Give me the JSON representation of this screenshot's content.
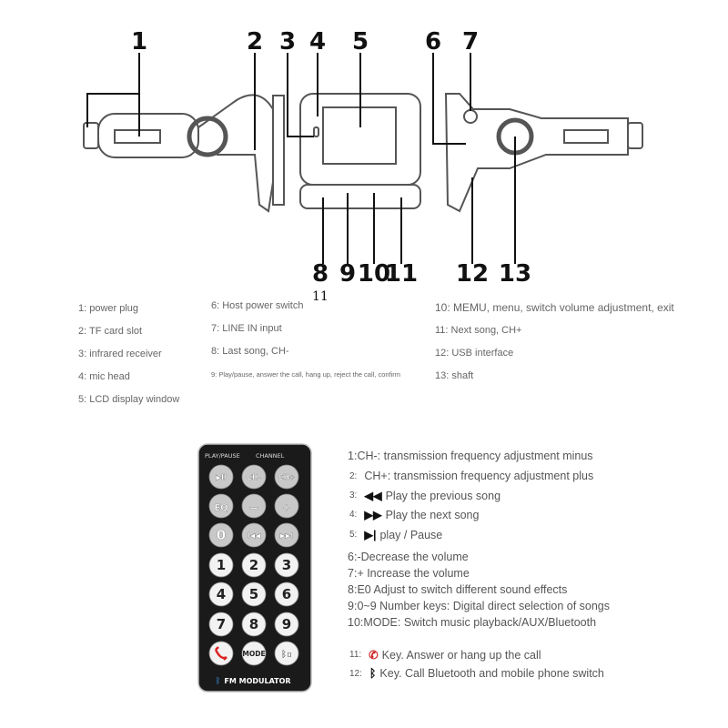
{
  "callouts": [
    "1",
    "2",
    "3",
    "4",
    "5",
    "6",
    "7",
    "8",
    "9",
    "10",
    "11",
    "12",
    "13"
  ],
  "stray_label": "11",
  "legend": {
    "col1": [
      "1: power plug",
      "2: TF card slot",
      "3: infrared receiver",
      "4: mic head",
      "5: LCD display window"
    ],
    "col2": [
      "6: Host power switch",
      "7: LINE IN input",
      "8: Last song, CH-",
      "9: Play/pause, answer the call, hang up, reject the call, confirm"
    ],
    "col3": [
      "10: MEMU, menu, switch volume adjustment, exit",
      "11: Next song, CH+",
      "12: USB interface",
      "13: shaft"
    ]
  },
  "remote": {
    "header_left": "PLAY/PAUSE",
    "header_right": "CHANNEL",
    "keys": [
      "▶II",
      "CH-",
      "CH+",
      "EQ",
      "—",
      "+",
      "0",
      "I◀◀",
      "▶▶I",
      "1",
      "2",
      "3",
      "4",
      "5",
      "6",
      "7",
      "8",
      "9",
      "",
      "MODE",
      ""
    ],
    "footer": "FM MODULATOR"
  },
  "remote_list": [
    {
      "prefix": "1:",
      "text": "CH-: transmission frequency adjustment minus"
    },
    {
      "prefix": "2:",
      "text": "CH+: transmission frequency adjustment plus"
    },
    {
      "prefix": "3:",
      "text": "Play the previous song",
      "icon": "previous-icon"
    },
    {
      "prefix": "4:",
      "text": "Play the next song",
      "icon": "next-icon"
    },
    {
      "prefix": "5:",
      "text": "play / Pause",
      "icon": "play-pause-icon"
    },
    {
      "prefix": "6:",
      "text": "-Decrease the volume"
    },
    {
      "prefix": "7:",
      "text": "+ Increase the volume"
    },
    {
      "prefix": "8:",
      "text": "E0 Adjust to switch different sound effects"
    },
    {
      "prefix": "9:",
      "text": "0~9 Number keys: Digital direct selection of songs"
    },
    {
      "prefix": "10:",
      "text": "MODE: Switch music playback/AUX/Bluetooth"
    },
    {
      "prefix": "11:",
      "text": "Key. Answer or hang up the call",
      "icon": "phone-icon"
    },
    {
      "prefix": "12:",
      "text": "Key. Call Bluetooth and mobile phone switch",
      "icon": "bt-switch-icon"
    }
  ]
}
